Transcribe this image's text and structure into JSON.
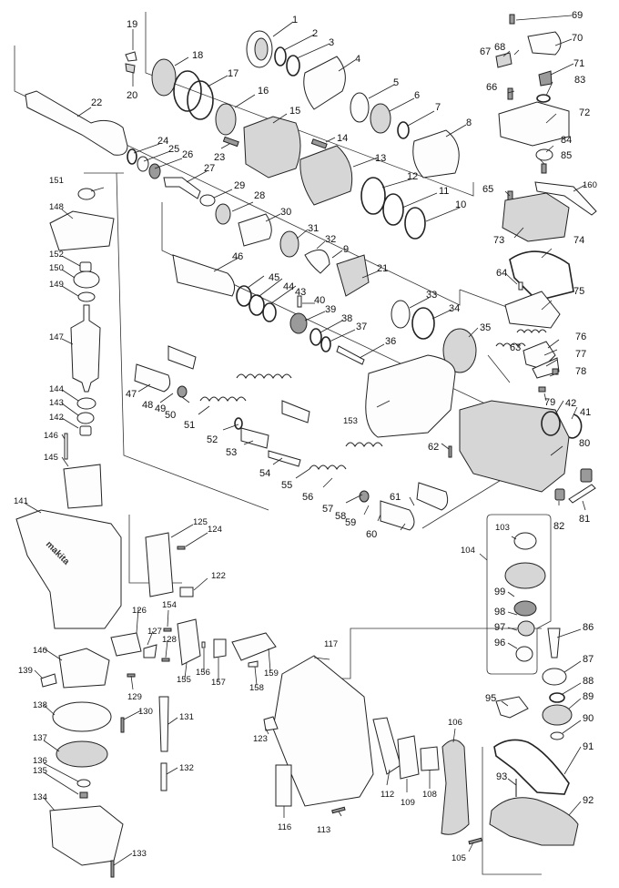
{
  "title": "Exploded parts diagram - rotary hammer",
  "brand_mark": "makita",
  "parts": [
    {
      "no": "1"
    },
    {
      "no": "2"
    },
    {
      "no": "3"
    },
    {
      "no": "4"
    },
    {
      "no": "5"
    },
    {
      "no": "6"
    },
    {
      "no": "7"
    },
    {
      "no": "8"
    },
    {
      "no": "9"
    },
    {
      "no": "10"
    },
    {
      "no": "11"
    },
    {
      "no": "12"
    },
    {
      "no": "13"
    },
    {
      "no": "14"
    },
    {
      "no": "15"
    },
    {
      "no": "16"
    },
    {
      "no": "17"
    },
    {
      "no": "18"
    },
    {
      "no": "19"
    },
    {
      "no": "20"
    },
    {
      "no": "21"
    },
    {
      "no": "22"
    },
    {
      "no": "23"
    },
    {
      "no": "24"
    },
    {
      "no": "25"
    },
    {
      "no": "26"
    },
    {
      "no": "27"
    },
    {
      "no": "28"
    },
    {
      "no": "29"
    },
    {
      "no": "30"
    },
    {
      "no": "31"
    },
    {
      "no": "32"
    },
    {
      "no": "33"
    },
    {
      "no": "34"
    },
    {
      "no": "35"
    },
    {
      "no": "36"
    },
    {
      "no": "37"
    },
    {
      "no": "38"
    },
    {
      "no": "39"
    },
    {
      "no": "40"
    },
    {
      "no": "41"
    },
    {
      "no": "42"
    },
    {
      "no": "43"
    },
    {
      "no": "44"
    },
    {
      "no": "45"
    },
    {
      "no": "46"
    },
    {
      "no": "47"
    },
    {
      "no": "48"
    },
    {
      "no": "49"
    },
    {
      "no": "50"
    },
    {
      "no": "51"
    },
    {
      "no": "52"
    },
    {
      "no": "53"
    },
    {
      "no": "54"
    },
    {
      "no": "55"
    },
    {
      "no": "56"
    },
    {
      "no": "57"
    },
    {
      "no": "58"
    },
    {
      "no": "59"
    },
    {
      "no": "60"
    },
    {
      "no": "61"
    },
    {
      "no": "62"
    },
    {
      "no": "63"
    },
    {
      "no": "64"
    },
    {
      "no": "65"
    },
    {
      "no": "66"
    },
    {
      "no": "67"
    },
    {
      "no": "68"
    },
    {
      "no": "69"
    },
    {
      "no": "70"
    },
    {
      "no": "71"
    },
    {
      "no": "72"
    },
    {
      "no": "73"
    },
    {
      "no": "74"
    },
    {
      "no": "75"
    },
    {
      "no": "76"
    },
    {
      "no": "77"
    },
    {
      "no": "78"
    },
    {
      "no": "79"
    },
    {
      "no": "80"
    },
    {
      "no": "81"
    },
    {
      "no": "82"
    },
    {
      "no": "83"
    },
    {
      "no": "84"
    },
    {
      "no": "85"
    },
    {
      "no": "86"
    },
    {
      "no": "87"
    },
    {
      "no": "88"
    },
    {
      "no": "89"
    },
    {
      "no": "90"
    },
    {
      "no": "91"
    },
    {
      "no": "92"
    },
    {
      "no": "93"
    },
    {
      "no": "95"
    },
    {
      "no": "96"
    },
    {
      "no": "97"
    },
    {
      "no": "98"
    },
    {
      "no": "99"
    },
    {
      "no": "103"
    },
    {
      "no": "104"
    },
    {
      "no": "105"
    },
    {
      "no": "106"
    },
    {
      "no": "108"
    },
    {
      "no": "109"
    },
    {
      "no": "112"
    },
    {
      "no": "113"
    },
    {
      "no": "116"
    },
    {
      "no": "117"
    },
    {
      "no": "122"
    },
    {
      "no": "123"
    },
    {
      "no": "124"
    },
    {
      "no": "125"
    },
    {
      "no": "126"
    },
    {
      "no": "127"
    },
    {
      "no": "128"
    },
    {
      "no": "129"
    },
    {
      "no": "130"
    },
    {
      "no": "131"
    },
    {
      "no": "132"
    },
    {
      "no": "133"
    },
    {
      "no": "134"
    },
    {
      "no": "135"
    },
    {
      "no": "136"
    },
    {
      "no": "137"
    },
    {
      "no": "138"
    },
    {
      "no": "139"
    },
    {
      "no": "140"
    },
    {
      "no": "141"
    },
    {
      "no": "142"
    },
    {
      "no": "143"
    },
    {
      "no": "144"
    },
    {
      "no": "145"
    },
    {
      "no": "146"
    },
    {
      "no": "147"
    },
    {
      "no": "148"
    },
    {
      "no": "149"
    },
    {
      "no": "150"
    },
    {
      "no": "151"
    },
    {
      "no": "152"
    },
    {
      "no": "153"
    },
    {
      "no": "154"
    },
    {
      "no": "155"
    },
    {
      "no": "156"
    },
    {
      "no": "157"
    },
    {
      "no": "158"
    },
    {
      "no": "159"
    },
    {
      "no": "160"
    }
  ]
}
